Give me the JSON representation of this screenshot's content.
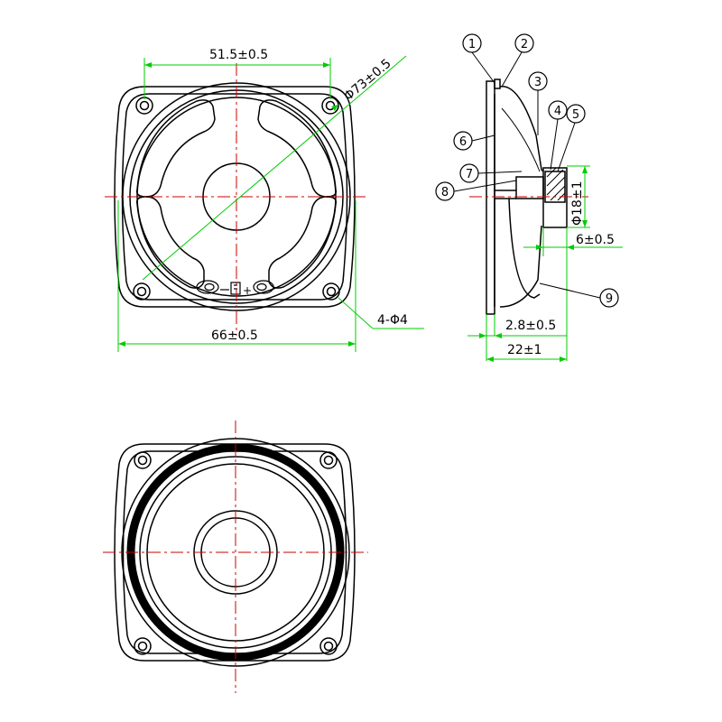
{
  "colors": {
    "outline": "#000000",
    "dimension": "#00cc00",
    "centerline": "#cc0000",
    "background": "#ffffff"
  },
  "front_view": {
    "dim_hole_spacing": "51.5±0.5",
    "dim_frame_width": "66±0.5",
    "dim_outer_diameter": "Φ73±0.5",
    "dim_mounting_holes": "4-Φ4",
    "terminal_plus": "+"
  },
  "side_view": {
    "callouts": [
      "1",
      "2",
      "3",
      "4",
      "5",
      "6",
      "7",
      "8",
      "9"
    ],
    "dim_magnet_diameter": "Φ18±1",
    "dim_magnet_height": "6±0.5",
    "dim_flange_thickness": "2.8±0.5",
    "dim_total_depth": "22±1"
  },
  "icons": [
    "mounting-hole-icon",
    "terminal-board-icon",
    "numbered-callout-icon"
  ]
}
